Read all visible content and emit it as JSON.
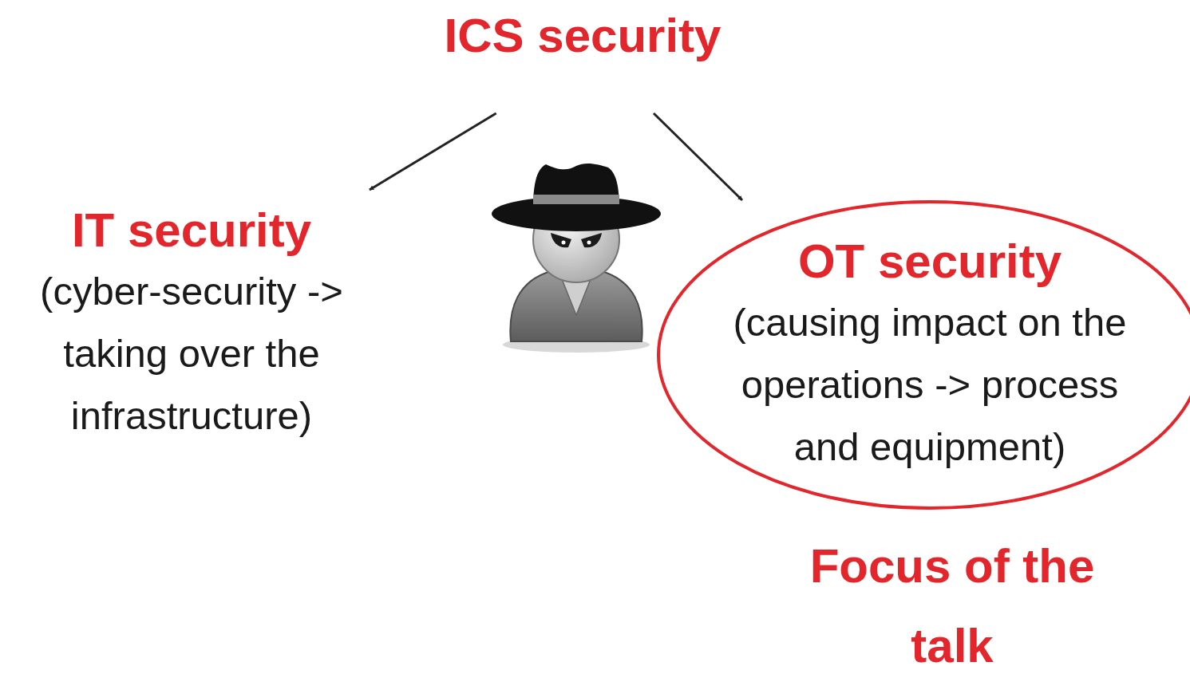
{
  "diagram": {
    "nodes": [
      {
        "text": [
          "ICS security"
        ]
      },
      {
        "text": [
          "IT security",
          "(cyber-security -> taking over the infrastructure)"
        ]
      },
      {
        "text": [
          "OT security",
          "(causing impact on the operations -> process and equipment)"
        ]
      }
    ],
    "edges": [
      {
        "from": 0,
        "to": 1,
        "arrow": "to"
      },
      {
        "from": 0,
        "to": 2,
        "arrow": "to"
      }
    ],
    "labels": [
      "Focus of the talk"
    ]
  }
}
